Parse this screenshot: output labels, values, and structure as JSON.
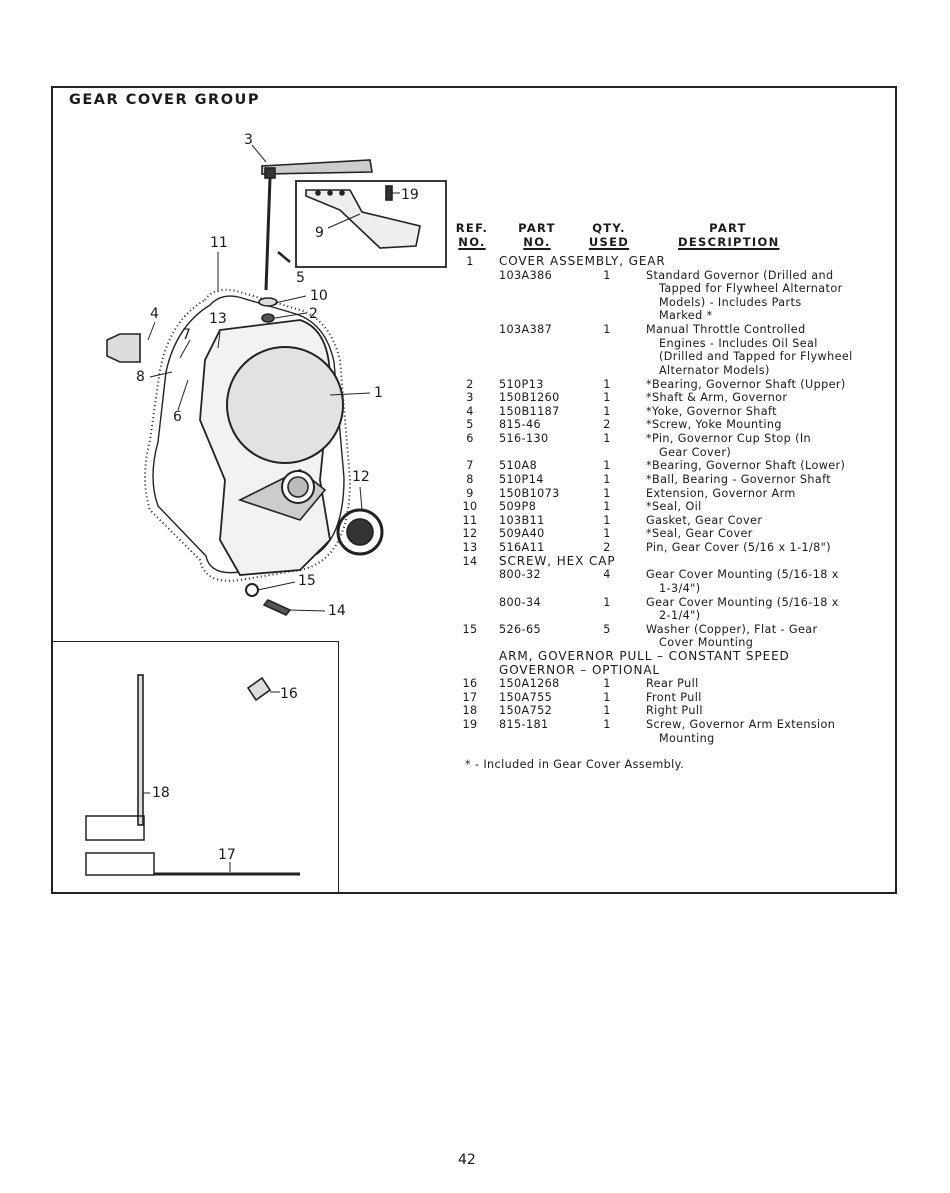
{
  "section_title": "GEAR COVER GROUP",
  "table_headers": {
    "ref": [
      "REF.",
      "NO."
    ],
    "part": [
      "PART",
      "NO."
    ],
    "qty": [
      "QTY.",
      "USED"
    ],
    "desc": [
      "PART",
      "DESCRIPTION"
    ]
  },
  "rows": [
    {
      "ref": "1",
      "part": "",
      "qty": "",
      "desc": "",
      "header": "COVER ASSEMBLY, GEAR"
    },
    {
      "ref": "",
      "part": "103A386",
      "qty": "1",
      "desc": "Standard Governor (Drilled and"
    },
    {
      "ref": "",
      "part": "",
      "qty": "",
      "desc": "",
      "cont": "Tapped for Flywheel Alternator"
    },
    {
      "ref": "",
      "part": "",
      "qty": "",
      "desc": "",
      "cont": "Models) - Includes Parts"
    },
    {
      "ref": "",
      "part": "",
      "qty": "",
      "desc": "",
      "cont": "Marked *"
    },
    {
      "ref": "",
      "part": "103A387",
      "qty": "1",
      "desc": "Manual Throttle Controlled"
    },
    {
      "ref": "",
      "part": "",
      "qty": "",
      "desc": "",
      "cont": "Engines - Includes Oil Seal"
    },
    {
      "ref": "",
      "part": "",
      "qty": "",
      "desc": "",
      "cont": "(Drilled and Tapped for Flywheel"
    },
    {
      "ref": "",
      "part": "",
      "qty": "",
      "desc": "",
      "cont": "Alternator Models)"
    },
    {
      "ref": "2",
      "part": "510P13",
      "qty": "1",
      "desc": "*Bearing, Governor Shaft (Upper)"
    },
    {
      "ref": "3",
      "part": "150B1260",
      "qty": "1",
      "desc": "*Shaft & Arm, Governor"
    },
    {
      "ref": "4",
      "part": "150B1187",
      "qty": "1",
      "desc": "*Yoke, Governor Shaft"
    },
    {
      "ref": "5",
      "part": "815-46",
      "qty": "2",
      "desc": "*Screw, Yoke Mounting"
    },
    {
      "ref": "6",
      "part": "516-130",
      "qty": "1",
      "desc": "*Pin, Governor Cup Stop (In"
    },
    {
      "ref": "",
      "part": "",
      "qty": "",
      "desc": "",
      "cont": "Gear Cover)"
    },
    {
      "ref": "7",
      "part": "510A8",
      "qty": "1",
      "desc": "*Bearing, Governor Shaft (Lower)"
    },
    {
      "ref": "8",
      "part": "510P14",
      "qty": "1",
      "desc": "*Ball, Bearing - Governor Shaft"
    },
    {
      "ref": "9",
      "part": "150B1073",
      "qty": "1",
      "desc": "Extension, Governor Arm"
    },
    {
      "ref": "10",
      "part": "509P8",
      "qty": "1",
      "desc": "*Seal, Oil"
    },
    {
      "ref": "11",
      "part": "103B11",
      "qty": "1",
      "desc": "Gasket, Gear Cover"
    },
    {
      "ref": "12",
      "part": "509A40",
      "qty": "1",
      "desc": "*Seal, Gear Cover"
    },
    {
      "ref": "13",
      "part": "516A11",
      "qty": "2",
      "desc": "Pin, Gear Cover (5/16 x 1-1/8\")"
    },
    {
      "ref": "14",
      "part": "",
      "qty": "",
      "desc": "",
      "header": "SCREW, HEX CAP"
    },
    {
      "ref": "",
      "part": "800-32",
      "qty": "4",
      "desc": "Gear Cover Mounting (5/16-18 x"
    },
    {
      "ref": "",
      "part": "",
      "qty": "",
      "desc": "",
      "cont": "1-3/4\")"
    },
    {
      "ref": "",
      "part": "800-34",
      "qty": "1",
      "desc": "Gear Cover Mounting (5/16-18 x"
    },
    {
      "ref": "",
      "part": "",
      "qty": "",
      "desc": "",
      "cont": "2-1/4\")"
    },
    {
      "ref": "15",
      "part": "526-65",
      "qty": "5",
      "desc": "Washer (Copper), Flat - Gear"
    },
    {
      "ref": "",
      "part": "",
      "qty": "",
      "desc": "",
      "cont": "Cover Mounting"
    },
    {
      "ref": "",
      "part": "",
      "qty": "",
      "desc": "",
      "header": "ARM, GOVERNOR PULL – CONSTANT SPEED"
    },
    {
      "ref": "",
      "part": "",
      "qty": "",
      "desc": "",
      "header": "GOVERNOR – OPTIONAL"
    },
    {
      "ref": "16",
      "part": "150A1268",
      "qty": "1",
      "desc": "Rear Pull"
    },
    {
      "ref": "17",
      "part": "150A755",
      "qty": "1",
      "desc": "Front Pull"
    },
    {
      "ref": "18",
      "part": "150A752",
      "qty": "1",
      "desc": "Right Pull"
    },
    {
      "ref": "19",
      "part": "815-181",
      "qty": "1",
      "desc": "Screw, Governor Arm Extension"
    },
    {
      "ref": "",
      "part": "",
      "qty": "",
      "desc": "",
      "cont": "Mounting"
    }
  ],
  "footnote": "* - Included in Gear Cover Assembly.",
  "callouts": [
    "1",
    "2",
    "3",
    "4",
    "5",
    "6",
    "7",
    "8",
    "9",
    "10",
    "11",
    "12",
    "13",
    "14",
    "15",
    "16",
    "17",
    "18",
    "19"
  ],
  "page_number": "42"
}
